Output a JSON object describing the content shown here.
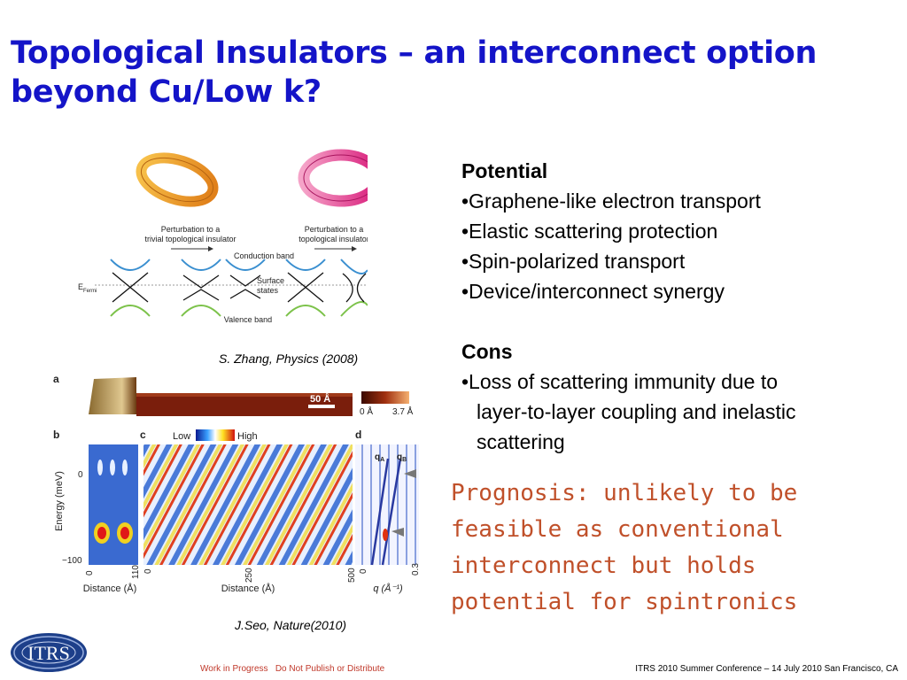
{
  "title": "Topological Insulators – an interconnect option beyond Cu/Low k?",
  "figure_top": {
    "perturbation_trivial": [
      "Perturbation to a",
      "trivial topological insulator"
    ],
    "perturbation_topo": [
      "Perturbation to a",
      "topological insulator"
    ],
    "conduction_band": "Conduction band",
    "e_fermi_main": "E",
    "e_fermi_sub": "Fermi",
    "surface_states": [
      "Surface",
      "states"
    ],
    "valence_band": "Valence band",
    "caption": "S. Zhang, Physics (2008)"
  },
  "figure_bottom": {
    "panel_a": "a",
    "panel_b": "b",
    "panel_c": "c",
    "panel_d": "d",
    "scale_bar": "50 Å",
    "colorbar_min": "0 Å",
    "colorbar_max": "3.7 Å",
    "legend_low": "Low",
    "legend_high": "High",
    "y_axis_label": "Energy (meV)",
    "y_tick_0": "0",
    "y_tick_neg100": "−100",
    "b_x_ticks": [
      "0",
      "110"
    ],
    "b_x_label": "Distance (Å)",
    "c_x_ticks": [
      "0",
      "250",
      "500"
    ],
    "c_x_label": "Distance (Å)",
    "d_x_ticks": [
      "0",
      "0.3"
    ],
    "d_x_label": "q (Å⁻¹)",
    "q_a": "q",
    "q_a_sub": "A",
    "q_b": "q",
    "q_b_sub": "B",
    "caption": "J.Seo, Nature(2010)"
  },
  "potential": {
    "heading": "Potential",
    "items": [
      "•Graphene-like electron transport",
      "•Elastic scattering protection",
      "•Spin-polarized transport",
      "•Device/interconnect synergy"
    ]
  },
  "cons": {
    "heading": "Cons",
    "lines": [
      "•Loss of scattering immunity due to",
      "layer-to-layer coupling and inelastic",
      "scattering"
    ]
  },
  "prognosis": {
    "lines": [
      "Prognosis: unlikely to be",
      "feasible as conventional",
      "interconnect but holds",
      "potential for spintronics"
    ]
  },
  "footer": {
    "logo_text": "ITRS",
    "left": "Work in Progress   Do Not Publish or Distribute",
    "right": "ITRS 2010 Summer Conference – 14 July 2010 San Francisco, CA"
  },
  "colors": {
    "title": "#1414c8",
    "prognosis": "#c0502a",
    "footer_left": "#c0392b",
    "conduction_band": "#3a8fd0",
    "valence_band": "#7cc24a"
  }
}
